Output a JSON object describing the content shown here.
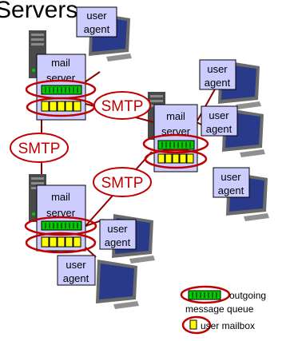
{
  "title": "Servers",
  "mail_server_label_line1": "mail",
  "mail_server_label_line2": "server",
  "user_agent_label_line1": "user",
  "user_agent_label_line2": "agent",
  "smtp_label": "SMTP",
  "legend": {
    "outgoing_line1": "outgoing",
    "outgoing_line2": "message queue",
    "mailbox": "user mailbox"
  },
  "colors": {
    "box_fill": "#ccccff",
    "queue_green": "#00cc00",
    "mailbox_yellow": "#ffff00",
    "smtp_red": "#c00000"
  },
  "icons": [
    "server-tower-icon",
    "desktop-computer-icon",
    "mail-server-box",
    "user-agent-box"
  ]
}
